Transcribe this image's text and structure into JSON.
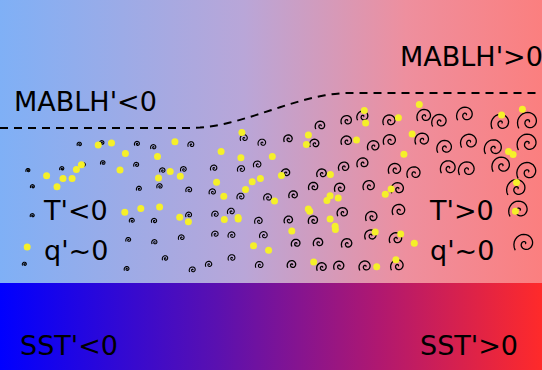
{
  "diagram": {
    "nodes": [
      {
        "text": [
          "SST'<0",
          "SST'>0"
        ]
      }
    ],
    "labels": [
      "MABLH'<0",
      "MABLH'>0",
      "T'<0",
      "q'~0",
      "T'>0",
      "q'~0"
    ]
  }
}
